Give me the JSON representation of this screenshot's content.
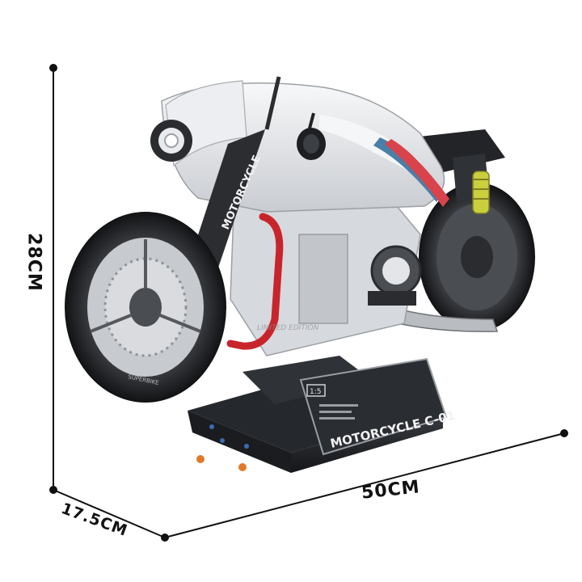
{
  "dimensions": {
    "height": "28CM",
    "length": "50CM",
    "depth": "17.5CM"
  },
  "product": {
    "fork_text": "MOTORCYCLE",
    "plaque_title": "MOTORCYCLE C-01",
    "plaque_scale": "1:5",
    "tire_text": "SUPERBIKE",
    "watermark": "LIMITED EDITION"
  },
  "colors": {
    "background": "#ffffff",
    "body": "#e9ebee",
    "frame": "#2b2d31",
    "stripe_blue": "#4a7fa8",
    "stripe_red": "#d9434b",
    "hose_red": "#c8242c",
    "spring_yellow": "#c9cf3d",
    "lines": "#111111"
  }
}
